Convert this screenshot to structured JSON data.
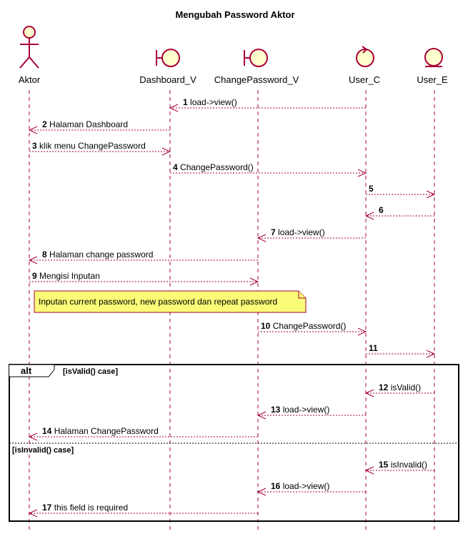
{
  "diagram": {
    "title": "Mengubah Password Aktor",
    "participants": [
      {
        "id": "aktor",
        "label": "Aktor",
        "kind": "actor"
      },
      {
        "id": "dashboard",
        "label": "Dashboard_V",
        "kind": "boundary"
      },
      {
        "id": "changepw",
        "label": "ChangePassword_V",
        "kind": "boundary"
      },
      {
        "id": "userc",
        "label": "User_C",
        "kind": "control"
      },
      {
        "id": "usere",
        "label": "User_E",
        "kind": "entity"
      }
    ],
    "messages": [
      {
        "num": "1",
        "text": "load->view()",
        "from": "userc",
        "to": "dashboard"
      },
      {
        "num": "2",
        "text": "Halaman Dashboard",
        "from": "dashboard",
        "to": "aktor"
      },
      {
        "num": "3",
        "text": "klik menu ChangePassword",
        "from": "aktor",
        "to": "dashboard"
      },
      {
        "num": "4",
        "text": "ChangePassword()",
        "from": "dashboard",
        "to": "userc"
      },
      {
        "num": "5",
        "text": "",
        "from": "userc",
        "to": "usere"
      },
      {
        "num": "6",
        "text": "",
        "from": "usere",
        "to": "userc"
      },
      {
        "num": "7",
        "text": "load->view()",
        "from": "userc",
        "to": "changepw"
      },
      {
        "num": "8",
        "text": "Halaman change password",
        "from": "changepw",
        "to": "aktor"
      },
      {
        "num": "9",
        "text": "Mengisi Inputan",
        "from": "aktor",
        "to": "changepw"
      },
      {
        "num": "10",
        "text": "ChangePassword()",
        "from": "changepw",
        "to": "userc"
      },
      {
        "num": "11",
        "text": "",
        "from": "userc",
        "to": "usere"
      },
      {
        "num": "12",
        "text": "isValid()",
        "from": "usere",
        "to": "userc"
      },
      {
        "num": "13",
        "text": "load->view()",
        "from": "userc",
        "to": "changepw"
      },
      {
        "num": "14",
        "text": "Halaman ChangePassword",
        "from": "changepw",
        "to": "aktor"
      },
      {
        "num": "15",
        "text": "isInvalid()",
        "from": "usere",
        "to": "userc"
      },
      {
        "num": "16",
        "text": "load->view()",
        "from": "userc",
        "to": "changepw"
      },
      {
        "num": "17",
        "text": "this field is required",
        "from": "changepw",
        "to": "aktor"
      }
    ],
    "note": {
      "text": "Inputan current password, new password dan repeat password"
    },
    "fragment": {
      "label": "alt",
      "guard1": "[isValid() case]",
      "guard2": "[isInvalid() case]"
    }
  }
}
